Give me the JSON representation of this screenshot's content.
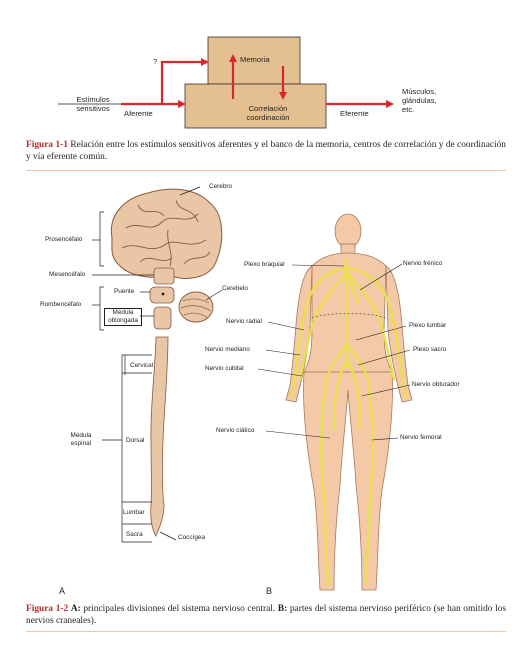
{
  "figure1": {
    "boxes": {
      "memory": "Memoria",
      "correlation_line1": "Correlación",
      "correlation_line2": "coordinación"
    },
    "question_mark": "?",
    "input_line1": "Estímulos",
    "input_line2": "sensitivos",
    "afferent": "Aferente",
    "efferent": "Eferente",
    "output_line1": "Músculos,",
    "output_line2": "glándulas,",
    "output_line3": "etc.",
    "caption_label": "Figura 1-1",
    "caption_text": " Relación entre los estímulos sensitivos aferentes y el banco de la memoria, centros de correlación y de coordinación y vía eferente común.",
    "colors": {
      "box_fill": "#e4bf8f",
      "box_border": "#3a2f26",
      "arrow": "#d6282e"
    }
  },
  "figure2": {
    "panel_a": {
      "letter": "A",
      "labels": {
        "cerebro": "Cerebro",
        "prosencefalo": "Prosencéfalo",
        "mesencefalo": "Mesencéfalo",
        "rombencefalo": "Rombencéfalo",
        "puente": "Puente",
        "cerebelo": "Cerebelo",
        "medula_oblongada_1": "Médula",
        "medula_oblongada_2": "oblongada",
        "cervical": "Cervical",
        "medula_espinal_1": "Médula",
        "medula_espinal_2": "espinal",
        "dorsal": "Dorsal",
        "lumbar": "Lumbar",
        "sacra": "Sacra",
        "coccigea": "Coccígea"
      }
    },
    "panel_b": {
      "letter": "B",
      "labels": {
        "plexo_braquial": "Plexo braquial",
        "nervio_frenico": "Nervio frénico",
        "nervio_radial": "Nervio radial",
        "plexo_lumbar": "Plexo lumbar",
        "nervio_mediano": "Nervio mediano",
        "plexo_sacro": "Plexo sacro",
        "nervio_cubital": "Nervio cubital",
        "nervio_obturador": "Nervio obturador",
        "nervio_ciatico": "Nervio ciático",
        "nervio_femoral": "Nervio femoral"
      }
    },
    "caption_label": "Figura 1-2",
    "caption_a_label": "A:",
    "caption_a_text": " principales divisiones del sistema nervioso central. ",
    "caption_b_label": "B:",
    "caption_b_text": " partes del sistema nervioso periférico (se han omitido los nervios craneales).",
    "colors": {
      "brain": "#e9c6a6",
      "nerve": "#e9e04a",
      "skin": "#f3c9a8",
      "leader": "#231f20"
    }
  }
}
